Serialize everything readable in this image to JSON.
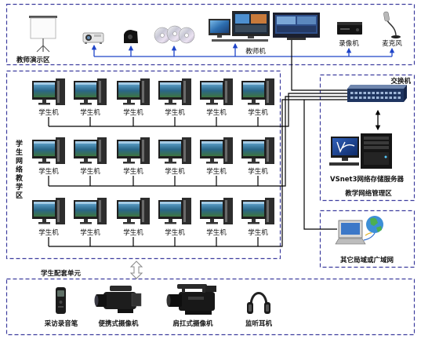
{
  "teacher_area": {
    "title": "教师演示区",
    "teacher_machine": "教师机",
    "video_recorder": "录像机",
    "microphone": "麦克风",
    "icons": [
      "projection-screen-icon",
      "projector-icon",
      "camera-icon",
      "dvd-discs-icon",
      "teacher-workstation-icon",
      "video-recorder-icon",
      "microphone-icon"
    ]
  },
  "student_area": {
    "title": "学生网络教学区",
    "rows": [
      [
        "学生机",
        "学生机",
        "学生机",
        "学生机",
        "学生机",
        "学生机"
      ],
      [
        "学生机",
        "学生机",
        "学生机",
        "学生机",
        "学生机",
        "学生机"
      ],
      [
        "学生机",
        "学生机",
        "学生机",
        "学生机",
        "学生机",
        "学生机"
      ]
    ],
    "icon": "student-computer-icon"
  },
  "management_area": {
    "title": "教学网络管理区",
    "switch": "交换机",
    "server": "VSnet3网络存储服务器",
    "icons": [
      "network-switch-icon",
      "storage-server-icon"
    ]
  },
  "wan_area": {
    "title": "其它局域或广域网",
    "icon": "network-computer-globe-icon"
  },
  "student_kit": {
    "title": "学生配套单元",
    "items": [
      {
        "label": "采访录音笔",
        "icon": "voice-recorder-pen-icon"
      },
      {
        "label": "便携式摄像机",
        "icon": "handheld-camcorder-icon"
      },
      {
        "label": "肩扛式摄像机",
        "icon": "shoulder-camcorder-icon"
      },
      {
        "label": "监听耳机",
        "icon": "headphones-icon"
      }
    ]
  },
  "colors": {
    "area_border": "#3d3d9e",
    "av_link": "#1e44c8",
    "network_wire": "#000000"
  }
}
